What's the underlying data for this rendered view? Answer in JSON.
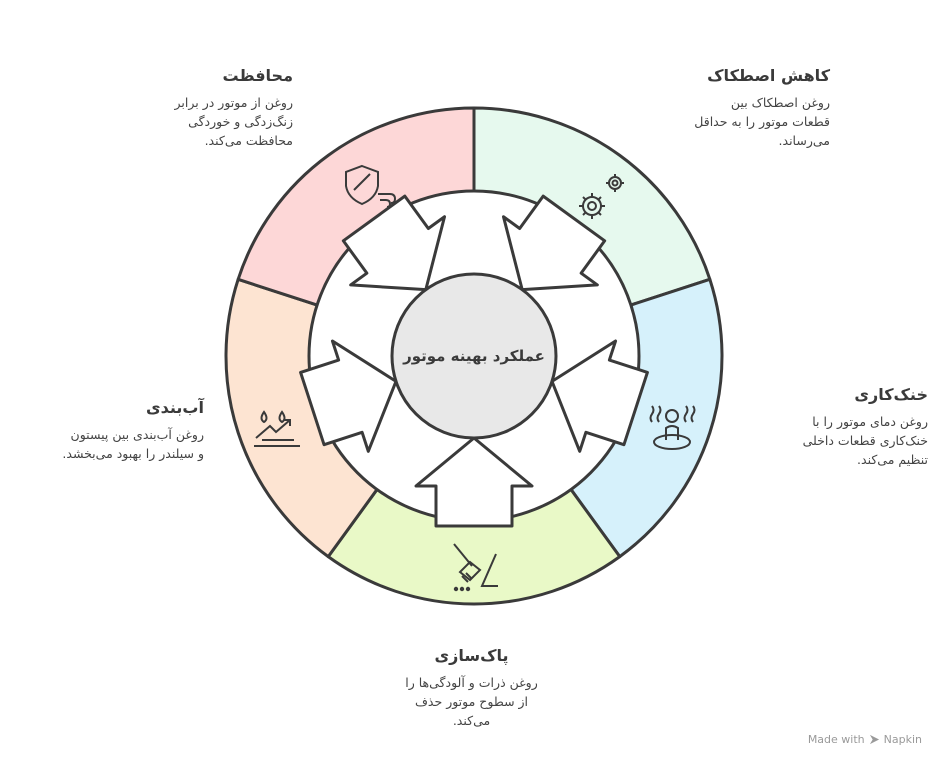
{
  "center": {
    "title": "عملکرد بهینه موتور"
  },
  "segments": [
    {
      "key": "friction",
      "title": "کاهش اصطکاک",
      "desc": [
        "روغن اصطکاک بین",
        "قطعات موتور را به حداقل",
        "می‌رساند."
      ],
      "color": "#e6f9ee",
      "icon": "gears-icon"
    },
    {
      "key": "cooling",
      "title": "خنک‌کاری",
      "desc": [
        "روغن دمای موتور را با",
        "خنک‌کاری قطعات داخلی",
        "تنظیم می‌کند."
      ],
      "color": "#d6f1fb",
      "icon": "cooling-person-icon"
    },
    {
      "key": "cleaning",
      "title": "پاک‌سازی",
      "desc": [
        "روغن ذرات و آلودگی‌ها را",
        "از سطوح موتور حذف",
        "می‌کند."
      ],
      "color": "#e9f9c7",
      "icon": "broom-icon"
    },
    {
      "key": "sealing",
      "title": "آب‌بندی",
      "desc": [
        "روغن آب‌بندی بین پیستون",
        "و سیلندر را بهبود می‌بخشد."
      ],
      "color": "#fde4d2",
      "icon": "water-drops-icon"
    },
    {
      "key": "protection",
      "title": "محافظت",
      "desc": [
        "روغن از موتور در برابر",
        "زنگ‌زدگی و خوردگی",
        "محافظت می‌کند."
      ],
      "color": "#fdd7d7",
      "icon": "shield-wind-icon"
    }
  ],
  "footer": {
    "made_with": "Made with",
    "brand": "Napkin"
  }
}
